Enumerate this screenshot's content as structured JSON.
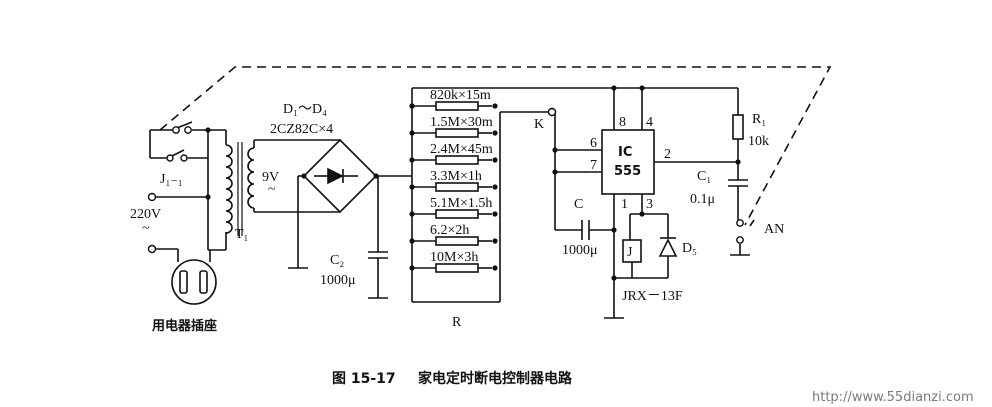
{
  "diagram": {
    "caption_number": "图 15-17",
    "caption_title": "家电定时断电控制器电路",
    "watermark": "http://www.55dianzi.com",
    "labels": {
      "diodes": "D₁～D₄",
      "diodes_part": "2CZ82C×4",
      "secondary_voltage": "9V",
      "relay_contact": "J₁₋₁",
      "mains_voltage": "220V",
      "transformer": "T₁",
      "socket": "用电器插座",
      "c2_name": "C₂",
      "c2_value": "1000μ",
      "switch_k": "K",
      "ic": "IC",
      "ic_part": "555",
      "pin8": "8",
      "pin4": "4",
      "pin6": "6",
      "pin7": "7",
      "pin2": "2",
      "pin1": "1",
      "pin3": "3",
      "r1_name": "R₁",
      "r1_value": "10k",
      "c1_name": "C₁",
      "c1_value": "0.1μ",
      "button": "AN",
      "c_name": "C",
      "c_value": "1000μ",
      "relay": "J",
      "d5": "D₅",
      "relay_part": "JRX－13F",
      "resistor_group": "R"
    },
    "timer_resistors": [
      {
        "label": "820k×15m"
      },
      {
        "label": "1.5M×30m"
      },
      {
        "label": "2.4M×45m"
      },
      {
        "label": "3.3M×1h"
      },
      {
        "label": "5.1M×1.5h"
      },
      {
        "label": "6.2×2h"
      },
      {
        "label": "10M×3h"
      }
    ]
  }
}
